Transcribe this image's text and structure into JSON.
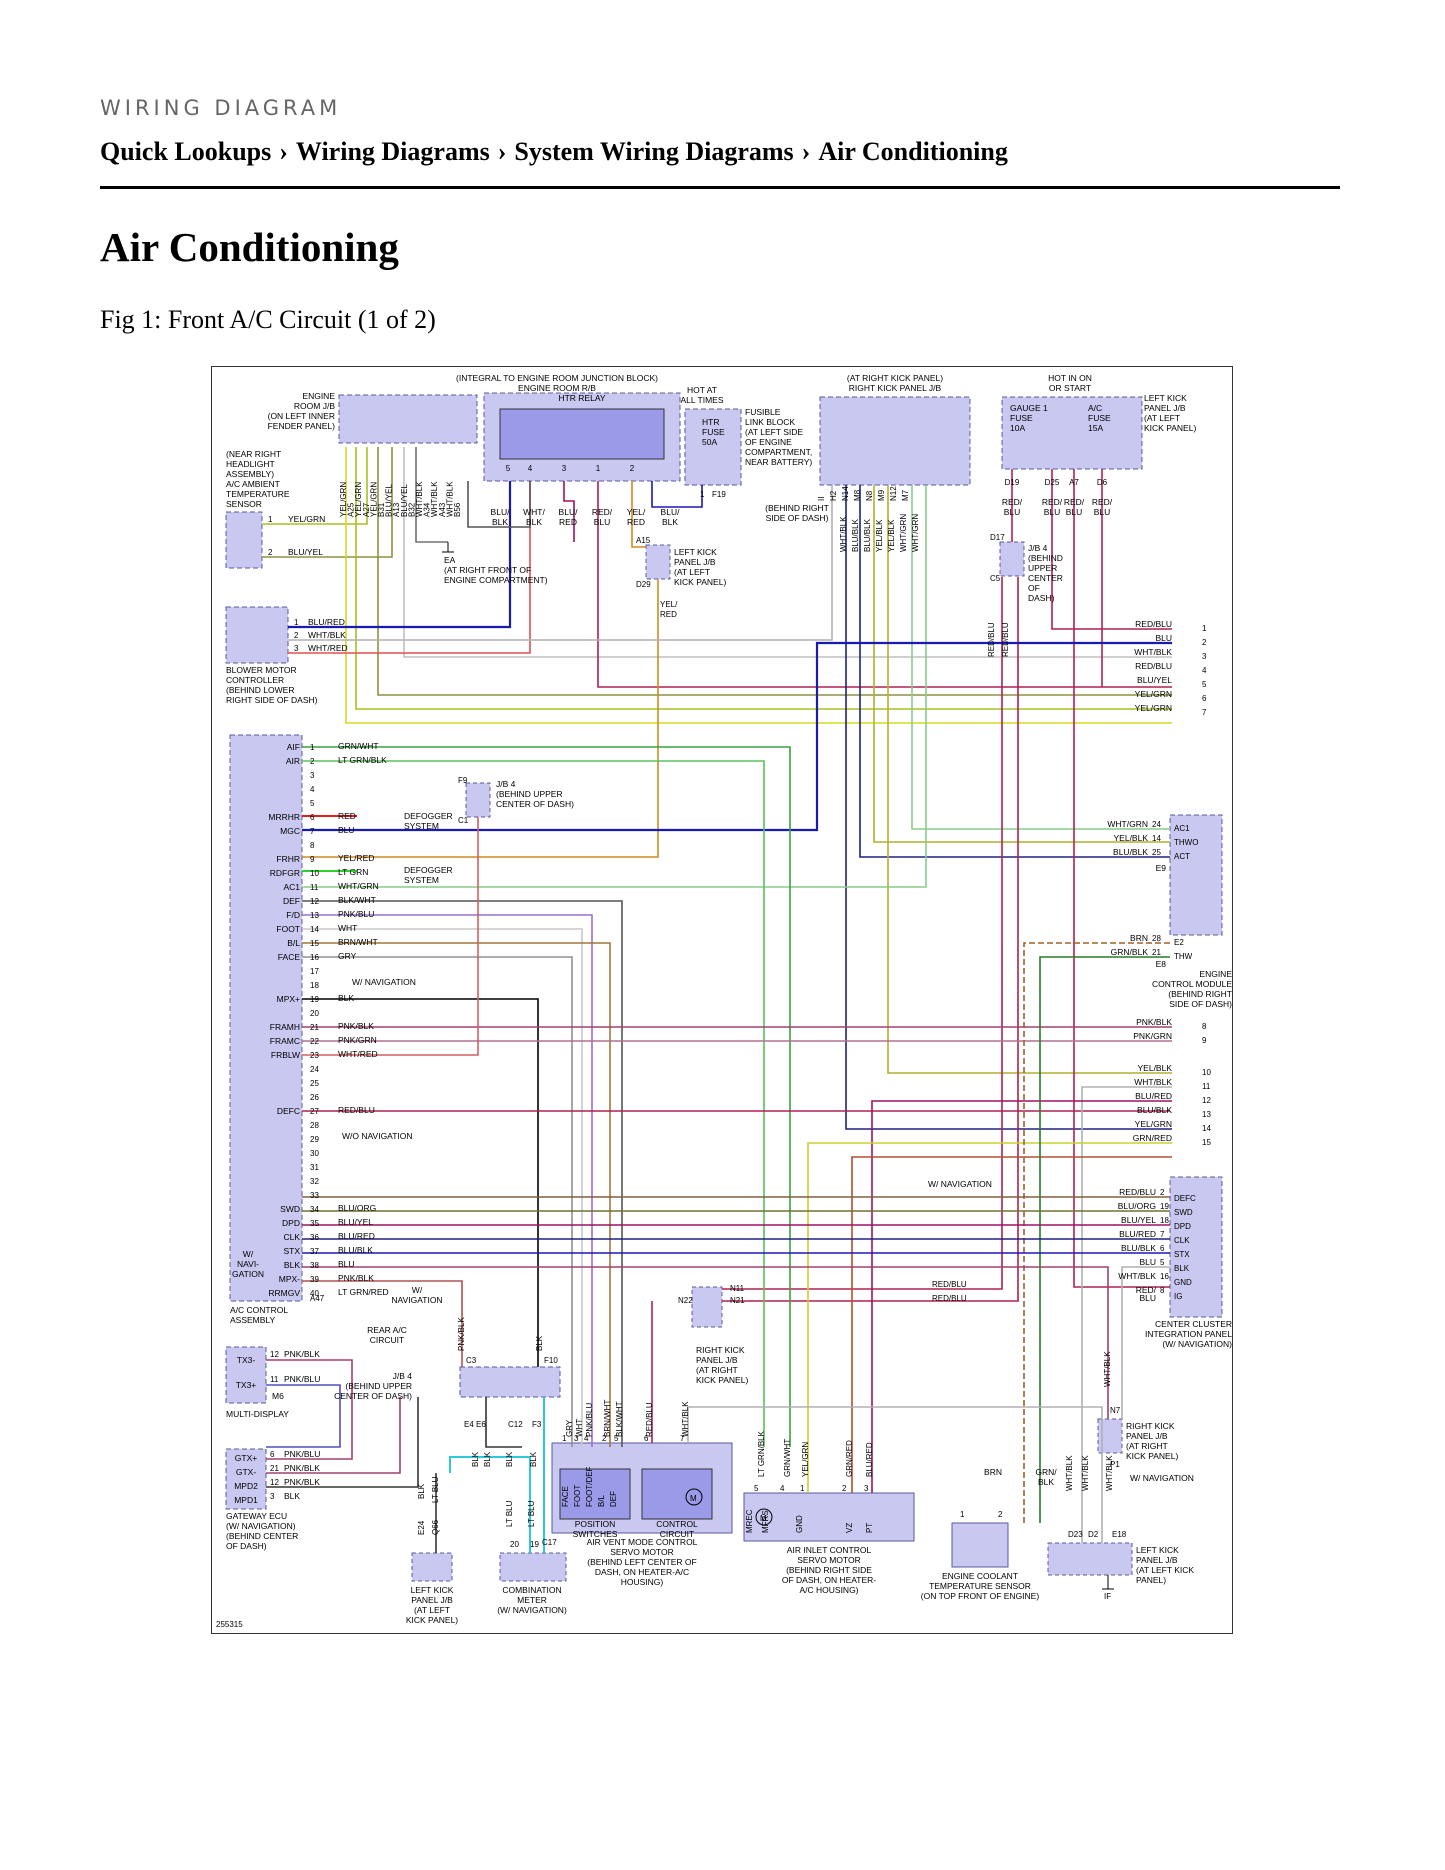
{
  "header": {
    "eyebrow": "WIRING DIAGRAM",
    "breadcrumbs": [
      "Quick Lookups",
      "Wiring Diagrams",
      "System Wiring Diagrams",
      "Air Conditioning"
    ],
    "separator": "›"
  },
  "page_title": "Air Conditioning",
  "figure_caption": "Fig 1: Front A/C Circuit (1 of 2)",
  "diagram": {
    "figure_id": "255315",
    "notes": {
      "engine_room_rb": "(INTEGRAL TO ENGINE ROOM JUNCTION BLOCK)",
      "engine_room_rb2": "ENGINE ROOM R/B",
      "htr_relay": "HTR RELAY",
      "hot_at_all_times": "HOT AT",
      "hot_at_all_times2": "ALL TIMES",
      "htr_fuse": "HTR",
      "htr_fuse2": "FUSE",
      "htr_fuse3": "50A",
      "fusible_link": "FUSIBLE",
      "fusible_link2": "LINK BLOCK",
      "fusible_link3": "(AT LEFT SIDE",
      "fusible_link4": "OF ENGINE",
      "fusible_link5": "COMPARTMENT,",
      "fusible_link6": "NEAR BATTERY)",
      "right_kick_panel_jb_top": "(AT RIGHT KICK PANEL)",
      "right_kick_panel_jb_top2": "RIGHT KICK PANEL J/B",
      "behind_right_side_dash": "(BEHIND RIGHT",
      "behind_right_side_dash2": "SIDE OF DASH)",
      "hot_in_on": "HOT IN ON",
      "hot_in_on2": "OR START",
      "gauge_fuse": "GAUGE 1",
      "gauge_fuse2": "FUSE",
      "gauge_fuse3": "10A",
      "ac_fuse": "A/C",
      "ac_fuse2": "FUSE",
      "ac_fuse3": "15A",
      "left_kick_jb": "LEFT KICK",
      "left_kick_jb2": "PANEL J/B",
      "left_kick_jb3": "(AT LEFT",
      "left_kick_jb4": "KICK PANEL)",
      "engine_room_jb": "ENGINE",
      "engine_room_jb2": "ROOM J/B",
      "engine_room_jb3": "(ON LEFT INNER",
      "engine_room_jb4": "FENDER PANEL)",
      "ambient_sensor": "(NEAR RIGHT",
      "ambient_sensor2": "HEADLIGHT",
      "ambient_sensor3": "ASSEMBLY)",
      "ambient_sensor4": "A/C AMBIENT",
      "ambient_sensor5": "TEMPERATURE",
      "ambient_sensor6": "SENSOR",
      "ground_ea": "EA",
      "ground_ea2": "(AT RIGHT FRONT OF",
      "ground_ea3": "ENGINE COMPARTMENT)",
      "lk_panel_a15": "LEFT KICK",
      "lk_panel_a15_2": "PANEL J/B",
      "lk_panel_a15_3": "(AT LEFT",
      "lk_panel_a15_4": "KICK PANEL)",
      "blower": "BLOWER MOTOR",
      "blower2": "CONTROLLER",
      "blower3": "(BEHIND LOWER",
      "blower4": "RIGHT SIDE OF DASH)",
      "jb4_d17": "J/B 4",
      "jb4_d17_2": "(BEHIND",
      "jb4_d17_3": "UPPER",
      "jb4_d17_4": "CENTER",
      "jb4_d17_5": "OF",
      "jb4_d17_6": "DASH)",
      "jb4_f9": "J/B 4",
      "jb4_f9_2": "(BEHIND UPPER",
      "jb4_f9_3": "CENTER OF DASH)",
      "defogger1": "DEFOGGER",
      "defogger1b": "SYSTEM",
      "defogger2": "DEFOGGER",
      "defogger2b": "SYSTEM",
      "w_navigation": "W/ NAVIGATION",
      "wo_navigation": "W/O NAVIGATION",
      "w_navigation2": "W/ NAVIGATION",
      "w_navi_gation": "W/",
      "w_navi_gation2": "NAVI-",
      "w_navi_gation3": "GATION",
      "ac_control": "A/C CONTROL",
      "ac_control2": "ASSEMBLY",
      "ecm": "ENGINE",
      "ecm2": "CONTROL MODULE",
      "ecm3": "(BEHIND RIGHT",
      "ecm4": "SIDE OF DASH)",
      "center_cluster": "CENTER CLUSTER",
      "center_cluster2": "INTEGRATION PANEL",
      "center_cluster3": "(W/ NAVIGATION)",
      "rear_ac": "REAR A/C",
      "rear_ac2": "CIRCUIT",
      "w_navigation_a47": "W/",
      "w_navigation_a47_2": "NAVIGATION",
      "jb4_c3": "J/B 4",
      "jb4_c3_2": "(BEHIND UPPER",
      "jb4_c3_3": "CENTER OF DASH)",
      "rkp_n22": "RIGHT KICK",
      "rkp_n22_2": "PANEL J/B",
      "rkp_n22_3": "(AT RIGHT",
      "rkp_n22_4": "KICK PANEL)",
      "multi_display": "MULTI-DISPLAY",
      "gateway": "GATEWAY ECU",
      "gateway2": "(W/ NAVIGATION)",
      "gateway3": "(BEHIND CENTER",
      "gateway4": "OF DASH)",
      "lkp_e24": "LEFT KICK",
      "lkp_e24_2": "PANEL J/B",
      "lkp_e24_3": "(AT LEFT",
      "lkp_e24_4": "KICK PANEL)",
      "comb_meter": "COMBINATION",
      "comb_meter2": "METER",
      "comb_meter3": "(W/ NAVIGATION)",
      "air_vent": "AIR VENT MODE CONTROL",
      "air_vent2": "SERVO MOTOR",
      "air_vent3": "(BEHIND LEFT CENTER OF",
      "air_vent4": "DASH, ON HEATER-A/C",
      "air_vent5": "HOUSING)",
      "pos_switches": "POSITION",
      "pos_switches2": "SWITCHES",
      "ctrl_circuit": "CONTROL",
      "ctrl_circuit2": "CIRCUIT",
      "air_inlet": "AIR INLET CONTROL",
      "air_inlet2": "SERVO MOTOR",
      "air_inlet3": "(BEHIND RIGHT SIDE",
      "air_inlet4": "OF DASH, ON HEATER-",
      "air_inlet5": "A/C HOUSING)",
      "ect": "ENGINE COOLANT",
      "ect2": "TEMPERATURE SENSOR",
      "ect3": "(ON TOP FRONT OF ENGINE)",
      "rkp_n7": "RIGHT KICK",
      "rkp_n7_2": "PANEL J/B",
      "rkp_n7_3": "(AT RIGHT",
      "rkp_n7_4": "KICK PANEL)",
      "w_nav_p1": "W/ NAVIGATION",
      "lkp_d23": "LEFT KICK",
      "lkp_d23_2": "PANEL J/B",
      "lkp_d23_3": "(AT LEFT KICK",
      "lkp_d23_4": "PANEL)",
      "w_nav_15": "W/ NAVIGATION",
      "w_nav_defc": "W/ NAVIGATION"
    },
    "colors": {
      "module_fill": "#c8c8f0",
      "module_stroke": "#5a5aa0",
      "relay_fill": "#9a9ae8"
    },
    "ac_pins": [
      {
        "n": "1",
        "name": "AIF",
        "wire": "GRN/WHT",
        "color": "#3aa040"
      },
      {
        "n": "2",
        "name": "AIR",
        "wire": "LT GRN/BLK",
        "color": "#5cc05c"
      },
      {
        "n": "3",
        "name": "",
        "wire": "",
        "color": ""
      },
      {
        "n": "4",
        "name": "",
        "wire": "",
        "color": ""
      },
      {
        "n": "5",
        "name": "",
        "wire": "",
        "color": ""
      },
      {
        "n": "6",
        "name": "MRRHR",
        "wire": "RED",
        "color": "#e02020"
      },
      {
        "n": "7",
        "name": "MGC",
        "wire": "BLU",
        "color": "#1a1ab0"
      },
      {
        "n": "8",
        "name": "",
        "wire": "",
        "color": ""
      },
      {
        "n": "9",
        "name": "FRHR",
        "wire": "YEL/RED",
        "color": "#d08a20"
      },
      {
        "n": "10",
        "name": "RDFGR",
        "wire": "LT GRN",
        "color": "#30d030"
      },
      {
        "n": "11",
        "name": "AC1",
        "wire": "WHT/GRN",
        "color": "#88cc88"
      },
      {
        "n": "12",
        "name": "DEF",
        "wire": "BLK/WHT",
        "color": "#555555"
      },
      {
        "n": "13",
        "name": "F/D",
        "wire": "PNK/BLU",
        "color": "#9a70c8"
      },
      {
        "n": "14",
        "name": "FOOT",
        "wire": "WHT",
        "color": "#c8c8c8"
      },
      {
        "n": "15",
        "name": "B/L",
        "wire": "BRN/WHT",
        "color": "#a07838"
      },
      {
        "n": "16",
        "name": "FACE",
        "wire": "GRY",
        "color": "#909090"
      },
      {
        "n": "17",
        "name": "",
        "wire": "",
        "color": ""
      },
      {
        "n": "18",
        "name": "",
        "wire": "",
        "color": ""
      },
      {
        "n": "19",
        "name": "MPX+",
        "wire": "BLK",
        "color": "#000000"
      },
      {
        "n": "20",
        "name": "",
        "wire": "",
        "color": ""
      },
      {
        "n": "21",
        "name": "FRAMH",
        "wire": "PNK/BLK",
        "color": "#a04070"
      },
      {
        "n": "22",
        "name": "FRAMC",
        "wire": "PNK/GRN",
        "color": "#b07090"
      },
      {
        "n": "23",
        "name": "FRBLW",
        "wire": "WHT/RED",
        "color": "#d06060"
      },
      {
        "n": "24",
        "name": "",
        "wire": "",
        "color": ""
      },
      {
        "n": "25",
        "name": "",
        "wire": "",
        "color": ""
      },
      {
        "n": "26",
        "name": "",
        "wire": "",
        "color": ""
      },
      {
        "n": "27",
        "name": "DEFC",
        "wire": "RED/BLU",
        "color": "#b02050"
      },
      {
        "n": "28",
        "name": "",
        "wire": "",
        "color": ""
      },
      {
        "n": "29",
        "name": "",
        "wire": "",
        "color": ""
      },
      {
        "n": "30",
        "name": "",
        "wire": "",
        "color": ""
      },
      {
        "n": "31",
        "name": "",
        "wire": "",
        "color": ""
      },
      {
        "n": "32",
        "name": "",
        "wire": "",
        "color": ""
      },
      {
        "n": "33",
        "name": "",
        "wire": "",
        "color": ""
      },
      {
        "n": "34",
        "name": "SWD",
        "wire": "BLU/ORG",
        "color": "#806040"
      },
      {
        "n": "35",
        "name": "DPD",
        "wire": "BLU/YEL",
        "color": "#707030"
      },
      {
        "n": "36",
        "name": "CLK",
        "wire": "BLU/RED",
        "color": "#a01060"
      },
      {
        "n": "37",
        "name": "STX",
        "wire": "BLU/BLK",
        "color": "#202080"
      },
      {
        "n": "38",
        "name": "BLK",
        "wire": "BLU",
        "color": "#1a1ab0"
      },
      {
        "n": "39",
        "name": "MPX-",
        "wire": "PNK/BLK",
        "color": "#a04070"
      },
      {
        "n": "40",
        "name": "RRMGV",
        "wire": "LT GRN/RED",
        "color": "#b05050"
      }
    ],
    "right_bus": [
      {
        "wire": "RED/BLU",
        "n": "1",
        "color": "#b02050"
      },
      {
        "wire": "BLU",
        "n": "2",
        "color": "#1a1ab0"
      },
      {
        "wire": "WHT/BLK",
        "n": "3",
        "color": "#c0c0c0"
      },
      {
        "wire": "RED/BLU",
        "n": "4",
        "color": "#b02050"
      },
      {
        "wire": "BLU/YEL",
        "n": "5",
        "color": "#909040"
      },
      {
        "wire": "YEL/GRN",
        "n": "6",
        "color": "#a8c020"
      },
      {
        "wire": "YEL/GRN",
        "n": "7",
        "color": "#d8d820"
      }
    ],
    "right_bus2": [
      {
        "wire": "YEL/BLK",
        "n": "10",
        "color": "#b0b030"
      },
      {
        "wire": "WHT/BLK",
        "n": "11",
        "color": "#b0b0b0"
      },
      {
        "wire": "BLU/RED",
        "n": "12",
        "color": "#a01060"
      },
      {
        "wire": "BLU/BLK",
        "n": "13",
        "color": "#202080"
      },
      {
        "wire": "YEL/GRN",
        "n": "14",
        "color": "#c8d030"
      },
      {
        "wire": "GRN/RED",
        "n": "15",
        "color": "#b05030"
      }
    ],
    "pnk_bus": [
      {
        "wire": "PNK/BLK",
        "n": "8"
      },
      {
        "wire": "PNK/GRN",
        "n": "9"
      }
    ],
    "ecm_pins": [
      {
        "wire": "WHT/GRN",
        "n": "24",
        "name": "AC1"
      },
      {
        "wire": "YEL/BLK",
        "n": "14",
        "name": "THWO"
      },
      {
        "wire": "BLU/BLK",
        "n": "25",
        "name": "ACT"
      },
      {
        "wire": "BRN",
        "n": "28",
        "name": "E2"
      },
      {
        "wire": "GRN/BLK",
        "n": "21",
        "name": "THW"
      }
    ],
    "ecm_connectors": [
      "E9",
      "E8"
    ],
    "cluster_pins": [
      {
        "wire": "RED/BLU",
        "n": "2",
        "name": "DEFC"
      },
      {
        "wire": "BLU/ORG",
        "n": "19",
        "name": "SWD"
      },
      {
        "wire": "BLU/YEL",
        "n": "18",
        "name": "DPD"
      },
      {
        "wire": "BLU/RED",
        "n": "7",
        "name": "CLK"
      },
      {
        "wire": "BLU/BLK",
        "n": "6",
        "name": "STX"
      },
      {
        "wire": "BLU",
        "n": "5",
        "name": "BLK"
      },
      {
        "wire": "WHT/BLK",
        "n": "16",
        "name": "GND"
      },
      {
        "wire": "RED/",
        "wire2": "BLU",
        "n": "8",
        "name": "IG"
      }
    ],
    "blower_pins": [
      {
        "n": "1",
        "wire": "BLU/RED"
      },
      {
        "n": "2",
        "wire": "WHT/BLK"
      },
      {
        "n": "3",
        "wire": "WHT/RED"
      }
    ],
    "sensor_pins": [
      {
        "n": "1",
        "wire": "YEL/GRN"
      },
      {
        "n": "2",
        "wire": "BLU/YEL"
      }
    ],
    "multi_display_pins": [
      {
        "n": "12",
        "name": "TX3-",
        "wire": "PNK/BLK"
      },
      {
        "n": "11",
        "name": "TX3+",
        "wire": "PNK/BLU"
      }
    ],
    "multi_display_conn": "M6",
    "gateway_pins": [
      {
        "n": "6",
        "name": "GTX+",
        "wire": "PNK/BLU"
      },
      {
        "n": "21",
        "name": "GTX-",
        "wire": "PNK/BLK"
      },
      {
        "n": "12",
        "name": "MPD2",
        "wire": "PNK/BLK"
      },
      {
        "n": "3",
        "name": "MPD1",
        "wire": "BLK"
      }
    ],
    "top_vertical_labels": [
      "YEL/GRN",
      "A25",
      "YEL/GRN",
      "A27",
      "YEL/GRN",
      "B31",
      "BLU/YEL",
      "A13",
      "BLU/YEL",
      "B32",
      "WHT/BLK",
      "A34",
      "WHT/BLK",
      "A43",
      "WHT/BLK",
      "B56"
    ],
    "relay_pins": [
      "5",
      "4",
      "3",
      "1",
      "2"
    ],
    "relay_wires": [
      {
        "t": "BLU/",
        "b": "BLK"
      },
      {
        "t": "WHT/",
        "b": "BLK"
      },
      {
        "t": "BLU/",
        "b": "RED"
      },
      {
        "t": "RED/",
        "b": "BLU"
      },
      {
        "t": "YEL/",
        "b": "RED"
      },
      {
        "t": "BLU/",
        "b": "BLK"
      }
    ],
    "rkp_top_conns": [
      "II",
      "H2",
      "N14",
      "M8",
      "N8",
      "M9",
      "N12",
      "M7"
    ],
    "rkp_top_wires": [
      "WHT/BLK",
      "BLU/BLK",
      "BLU/BLK",
      "YEL/BLK",
      "YEL/BLK",
      "WHT/GRN",
      "WHT/GRN"
    ],
    "fuse_conns": [
      "D19",
      "D25",
      "A7",
      "D6"
    ],
    "fuse_wires": [
      {
        "t": "RED/",
        "b": "BLU"
      },
      {
        "t": "RED/",
        "b": "BLU"
      },
      {
        "t": "RED/",
        "b": "BLU"
      },
      {
        "t": "RED/",
        "b": "BLU"
      }
    ],
    "misc_labels": {
      "f19": "F19",
      "f19_pin": "1",
      "a15": "A15",
      "d29": "D29",
      "a15_wire": "YEL/",
      "a15_wire2": "RED",
      "d17": "D17",
      "c5": "C5",
      "red_blu_v1": "RED/BLU",
      "red_blu_v2": "RED/BLU",
      "f9": "F9",
      "c1": "C1",
      "a47": "A47",
      "n11": "N11",
      "n21": "N21",
      "n22": "N22",
      "red_blu_n11": "RED/BLU",
      "red_blu_n21": "RED/BLU",
      "c3": "C3",
      "pnk_blk_v": "PNK/BLK",
      "f10": "F10",
      "blk_v": "BLK",
      "e4": "E4",
      "e6": "E6",
      "c12": "C12",
      "f3": "F3",
      "blk_e4": "BLK",
      "blk_e6": "BLK",
      "blk_c12": "BLK",
      "blk_f3": "BLK",
      "e24": "E24",
      "q66": "Q66",
      "blk_e24": "BLK",
      "ltblu_q66": "LT BLU",
      "ltblu_20": "LT BLU",
      "ltblu_19": "LT BLU",
      "pin20": "20",
      "pin19": "19",
      "c17": "C17",
      "servo_wires": [
        "GRY",
        "WHT",
        "PNK/BLU",
        "BRN/WHT",
        "BLK/WHT",
        "RED/BLU",
        "WHT/BLK"
      ],
      "servo_pins": [
        "1",
        "3",
        "4",
        "2",
        "5",
        "6",
        "7"
      ],
      "servo_labels": [
        "FACE",
        "FOOT",
        "FOOT/DEF",
        "B/L",
        "DEF"
      ],
      "inlet_wires": [
        "LT GRN/BLK",
        "GRN/WHT",
        "YEL/GRN",
        "GRN/RED",
        "BLU/RED"
      ],
      "inlet_pins": [
        "5",
        "4",
        "1",
        "2",
        "3"
      ],
      "inlet_labels": [
        "MREC",
        "MFRS",
        "GND",
        "VZ",
        "PT"
      ],
      "ect_wires": [
        "BRN",
        "GRN/",
        "BLK"
      ],
      "ect_pins": [
        "1",
        "2"
      ],
      "whtblk_d23": "WHT/BLK",
      "whtblk_d2": "WHT/BLK",
      "whtblk_e18": "WHT/BLK",
      "whtblk_n7": "WHT/BLK",
      "n7": "N7",
      "p1": "P1",
      "d23": "D23",
      "d2": "D2",
      "e18": "E18",
      "if": "IF",
      "ii": "II",
      "e8": "E8",
      "e9": "E9",
      "m6": "M6"
    }
  }
}
